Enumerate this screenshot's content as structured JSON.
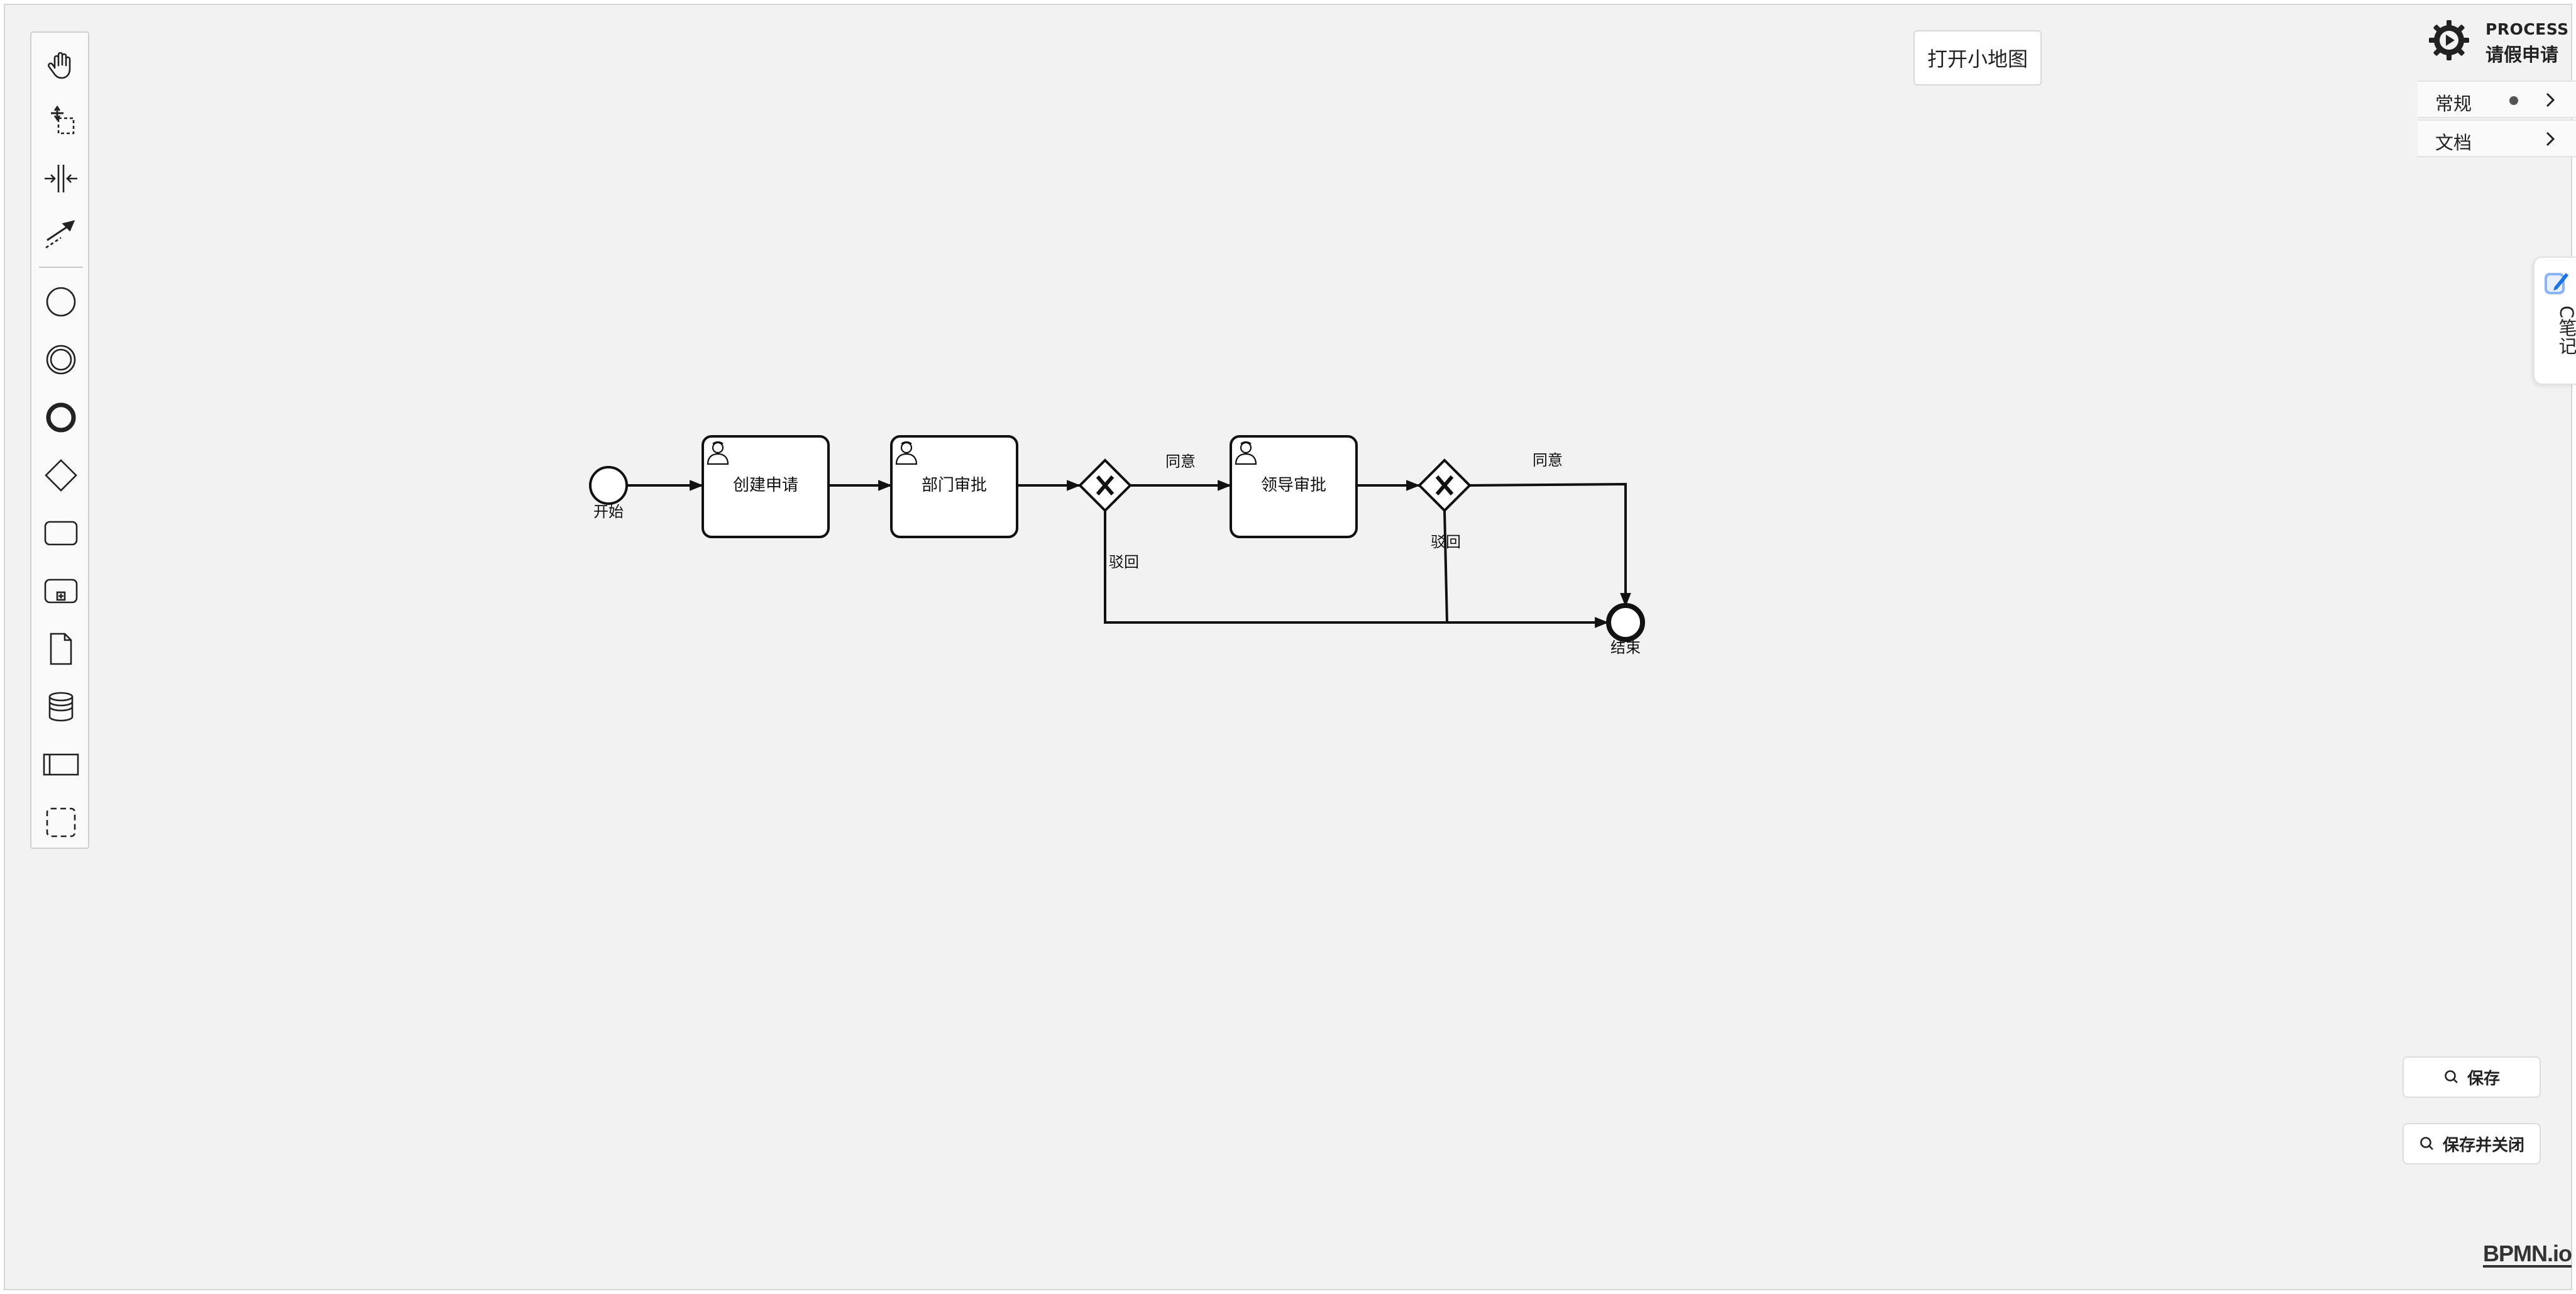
{
  "canvas": {
    "background": "#f2f2f2"
  },
  "minimap": {
    "label": "打开小地图"
  },
  "properties": {
    "type": "PROCESS",
    "name": "请假申请",
    "groups": [
      {
        "label": "常规",
        "has_changes": true
      },
      {
        "label": "文档",
        "has_changes": false
      }
    ]
  },
  "note_widget": {
    "label": "C笔记"
  },
  "actions": {
    "save": "保存",
    "save_close": "保存并关闭"
  },
  "watermark": "BPMN.io",
  "palette": {
    "tools": [
      "hand-tool-icon",
      "lasso-tool-icon",
      "space-tool-icon",
      "global-connect-tool-icon",
      "start-event-icon",
      "intermediate-event-icon",
      "end-event-icon",
      "gateway-icon",
      "task-icon",
      "subprocess-icon",
      "data-object-icon",
      "data-store-icon",
      "participant-icon",
      "group-icon"
    ]
  },
  "diagram": {
    "start": {
      "label": "开始"
    },
    "end": {
      "label": "结束"
    },
    "tasks": [
      {
        "label": "创建申请"
      },
      {
        "label": "部门审批"
      },
      {
        "label": "领导审批"
      }
    ],
    "flows": {
      "agree_1": "同意",
      "reject_1": "驳回",
      "agree_2": "同意",
      "reject_2": "驳回"
    }
  }
}
